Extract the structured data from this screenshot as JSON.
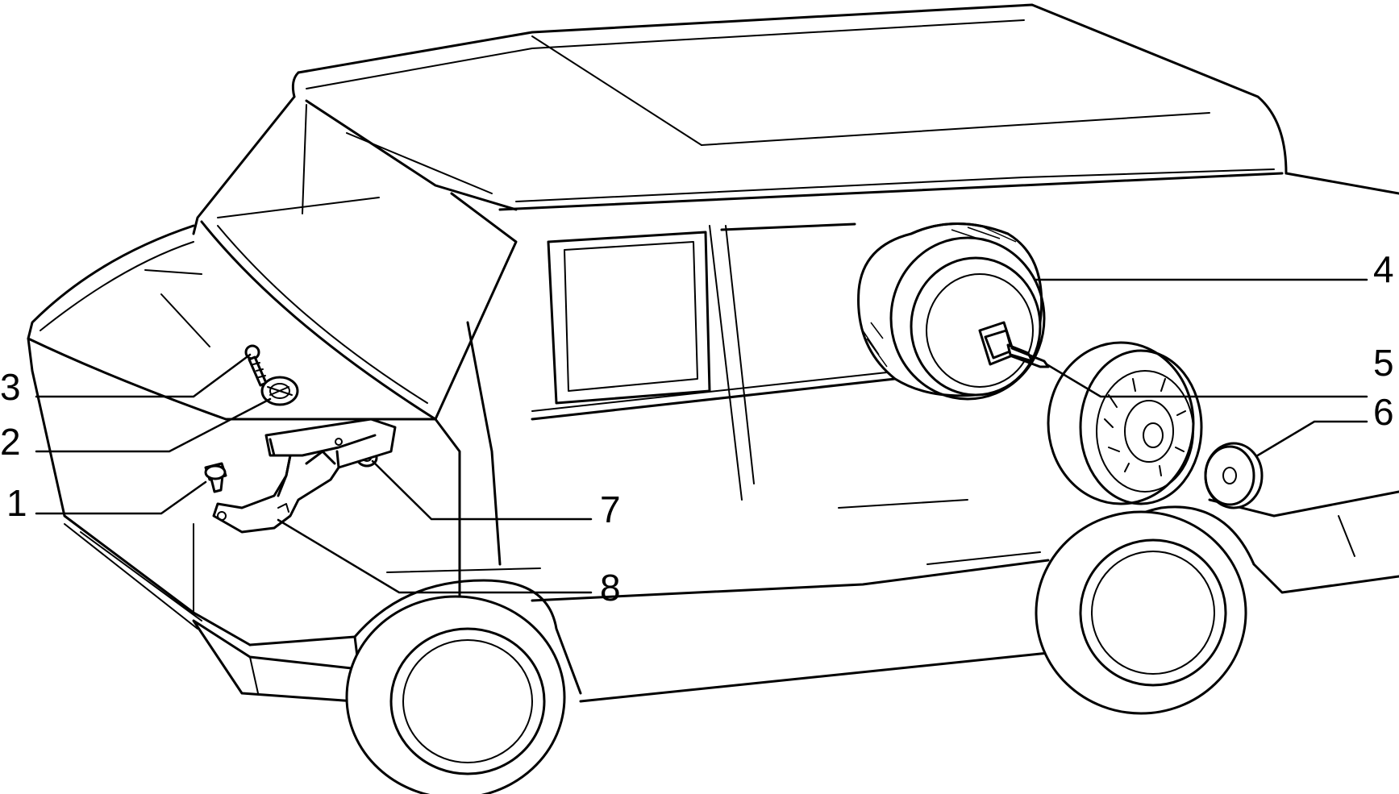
{
  "callouts": [
    {
      "id": "1",
      "part": "screw"
    },
    {
      "id": "2",
      "part": "washer"
    },
    {
      "id": "3",
      "part": "bolt"
    },
    {
      "id": "4",
      "part": "spare-wheel-tyre"
    },
    {
      "id": "5",
      "part": "spare-wheel-screw"
    },
    {
      "id": "6",
      "part": "hub-cap"
    },
    {
      "id": "7",
      "part": "grommet"
    },
    {
      "id": "8",
      "part": "spare-wheel-bracket"
    }
  ],
  "colors": {
    "ink": "#000000",
    "paper": "#ffffff"
  }
}
